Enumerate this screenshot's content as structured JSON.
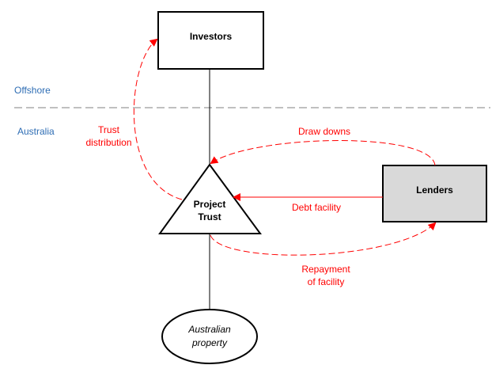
{
  "regions": {
    "offshore": "Offshore",
    "australia": "Australia"
  },
  "nodes": {
    "investors": "Investors",
    "project_trust_line1": "Project",
    "project_trust_line2": "Trust",
    "lenders": "Lenders",
    "property_line1": "Australian",
    "property_line2": "property"
  },
  "flows": {
    "trust_distribution_line1": "Trust",
    "trust_distribution_line2": "distribution",
    "draw_downs": "Draw downs",
    "debt_facility": "Debt facility",
    "repayment_line1": "Repayment",
    "repayment_line2": "of facility"
  },
  "colors": {
    "flow": "#ff0000",
    "region_label": "#2e6db4",
    "lenders_fill": "#d9d9d9"
  }
}
